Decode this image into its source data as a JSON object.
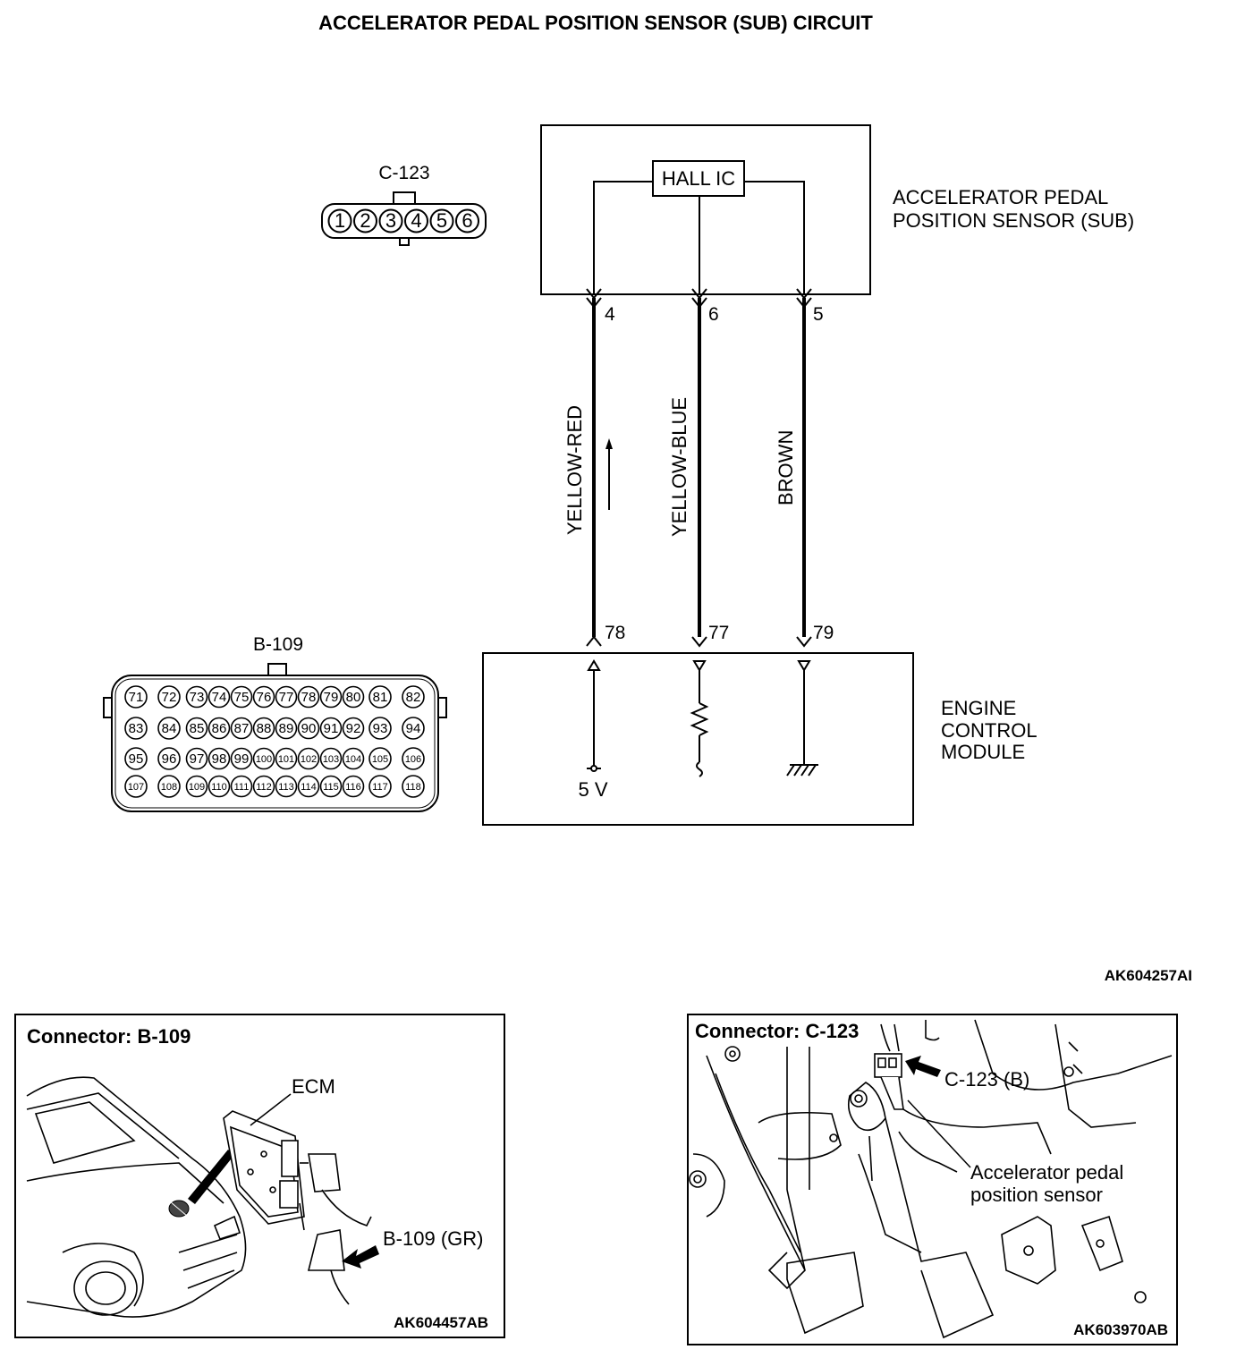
{
  "title": "ACCELERATOR PEDAL POSITION SENSOR (SUB) CIRCUIT",
  "sensor": {
    "ic_label": "HALL IC",
    "name_line1": "ACCELERATOR PEDAL",
    "name_line2": "POSITION SENSOR (SUB)"
  },
  "ecm": {
    "name_line1": "ENGINE",
    "name_line2": "CONTROL",
    "name_line3": "MODULE",
    "supply_label": "5 V"
  },
  "wires": [
    {
      "sensor_pin": "4",
      "ecm_pin": "78",
      "color": "YELLOW-RED"
    },
    {
      "sensor_pin": "6",
      "ecm_pin": "77",
      "color": "YELLOW-BLUE"
    },
    {
      "sensor_pin": "5",
      "ecm_pin": "79",
      "color": "BROWN"
    }
  ],
  "connector_c123": {
    "id": "C-123",
    "pins": [
      "1",
      "2",
      "3",
      "4",
      "5",
      "6"
    ]
  },
  "connector_b109": {
    "id": "B-109",
    "rows": [
      [
        "71",
        "72",
        "73",
        "74",
        "75",
        "76",
        "77",
        "78",
        "79",
        "80",
        "81",
        "82"
      ],
      [
        "83",
        "84",
        "85",
        "86",
        "87",
        "88",
        "89",
        "90",
        "91",
        "92",
        "93",
        "94"
      ],
      [
        "95",
        "96",
        "97",
        "98",
        "99",
        "100",
        "101",
        "102",
        "103",
        "104",
        "105",
        "106"
      ],
      [
        "107",
        "108",
        "109",
        "110",
        "111",
        "112",
        "113",
        "114",
        "115",
        "116",
        "117",
        "118"
      ]
    ]
  },
  "diagram_code": "AK604257AI",
  "panel_left": {
    "title": "Connector: B-109",
    "ecm_label": "ECM",
    "connector_label": "B-109 (GR)",
    "code": "AK604457AB"
  },
  "panel_right": {
    "title": "Connector: C-123",
    "connector_label": "C-123 (B)",
    "sensor_line1": "Accelerator pedal",
    "sensor_line2": "position sensor",
    "code": "AK603970AB"
  }
}
